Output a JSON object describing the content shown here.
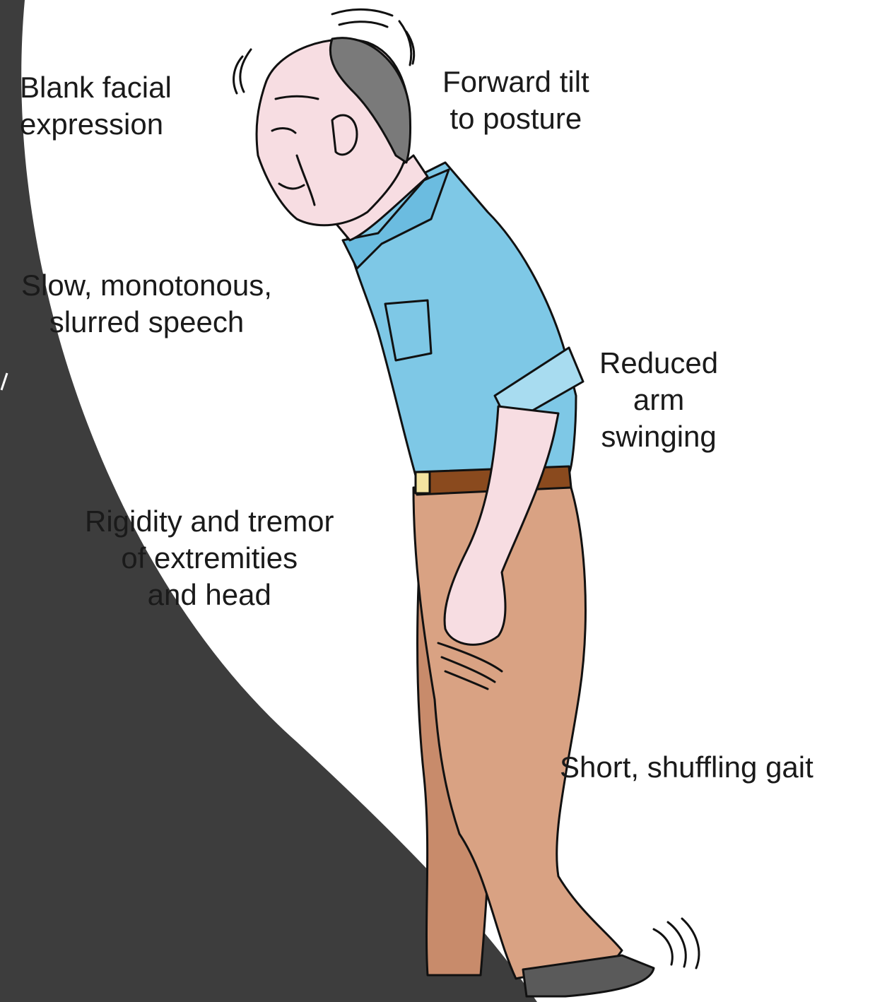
{
  "labels": {
    "blank_facial_expression": [
      "Blank facial",
      "expression"
    ],
    "forward_tilt_to_posture": [
      "Forward tilt",
      "to posture"
    ],
    "slow_monotonous_speech": [
      "Slow, monotonous,",
      "slurred speech"
    ],
    "reduced_arm_swinging": [
      "Reduced",
      "arm",
      "swinging"
    ],
    "rigidity_and_tremor": [
      "Rigidity and tremor",
      "of extremities",
      "and head"
    ],
    "short_shuffling_gait": [
      "Short, shuffling gait"
    ]
  },
  "colors": {
    "background_dark": "#3d3d3d",
    "paper": "#ffffff",
    "shirt": "#7ec8e6",
    "shirt_shadow": "#5fb0d4",
    "pants": "#d9a283",
    "pants_shadow": "#c88b6b",
    "skin": "#f7dde2",
    "hair": "#7a7a7a",
    "belt": "#8a4a1e",
    "buckle": "#f3e3a0",
    "shoe": "#5a5a5a",
    "outline": "#111111"
  },
  "icons": [
    "tremor-lines-icon"
  ]
}
